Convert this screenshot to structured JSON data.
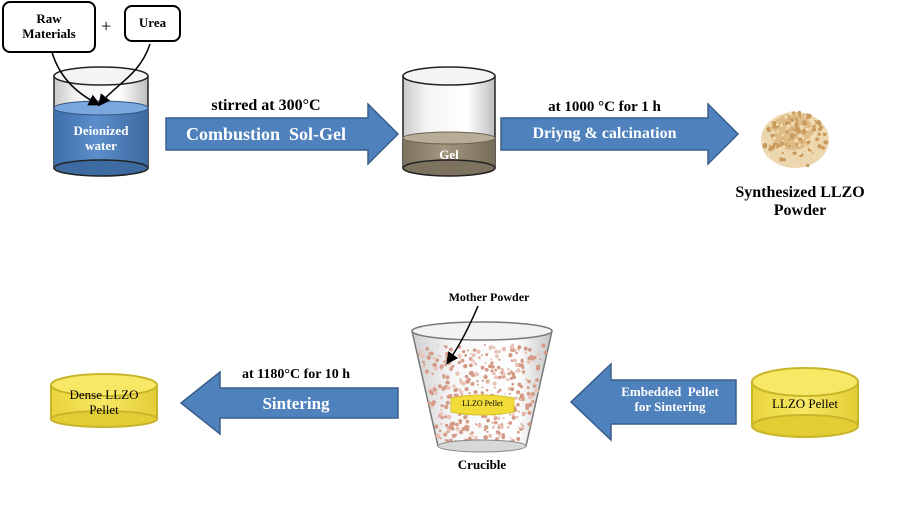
{
  "inputs": {
    "raw_line1": "Raw",
    "raw_line2": "Materials",
    "plus": "+",
    "urea": "Urea"
  },
  "beaker_water": {
    "line1": "Deionized",
    "line2": "water"
  },
  "step1": {
    "condition": "stirred at 300°C",
    "label": "Combustion  Sol-Gel"
  },
  "gel": {
    "label": "Gel"
  },
  "step2": {
    "condition": "at 1000 °C for 1 h",
    "label": "Driyng & calcination"
  },
  "powder": {
    "line1": "Synthesized LLZO",
    "line2": "Powder"
  },
  "pellet_in": {
    "label": "LLZO Pellet"
  },
  "step3": {
    "line1": "Embedded  Pellet",
    "line2": "for Sintering"
  },
  "crucible": {
    "mother_powder": "Mother Powder",
    "pellet_inside": "LLZO Pellet",
    "label": "Crucible"
  },
  "step4": {
    "condition": "at 1180°C for 10 h",
    "label": "Sintering"
  },
  "pellet_out": {
    "line1": "Dense LLZO",
    "line2": "Pellet"
  },
  "colors": {
    "arrow_fill": "#4f81bd",
    "arrow_stroke": "#385d8a",
    "water": "#4f81bd",
    "gel": "#948a7a",
    "pellet": "#f2e14c",
    "pellet_stroke": "#c9b52a",
    "powder": "#e6c48f",
    "mother_powder": "#d9a08a"
  }
}
